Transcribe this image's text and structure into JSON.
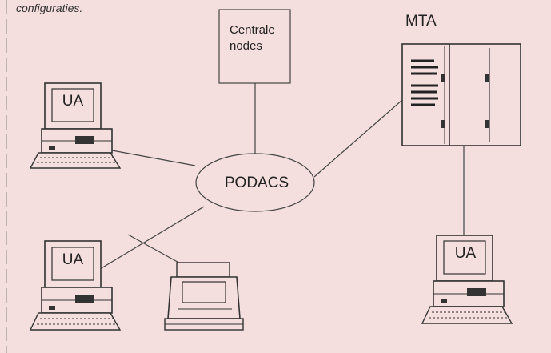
{
  "caption": "configuraties.",
  "central_nodes": {
    "label": "Centrale nodes"
  },
  "mta": {
    "label": "MTA"
  },
  "hub": {
    "label": "PODACS"
  },
  "user_agents": [
    {
      "label": "UA"
    },
    {
      "label": "UA"
    },
    {
      "label": "UA"
    }
  ],
  "colors": {
    "background": "#f4dede",
    "line": "#444444"
  }
}
